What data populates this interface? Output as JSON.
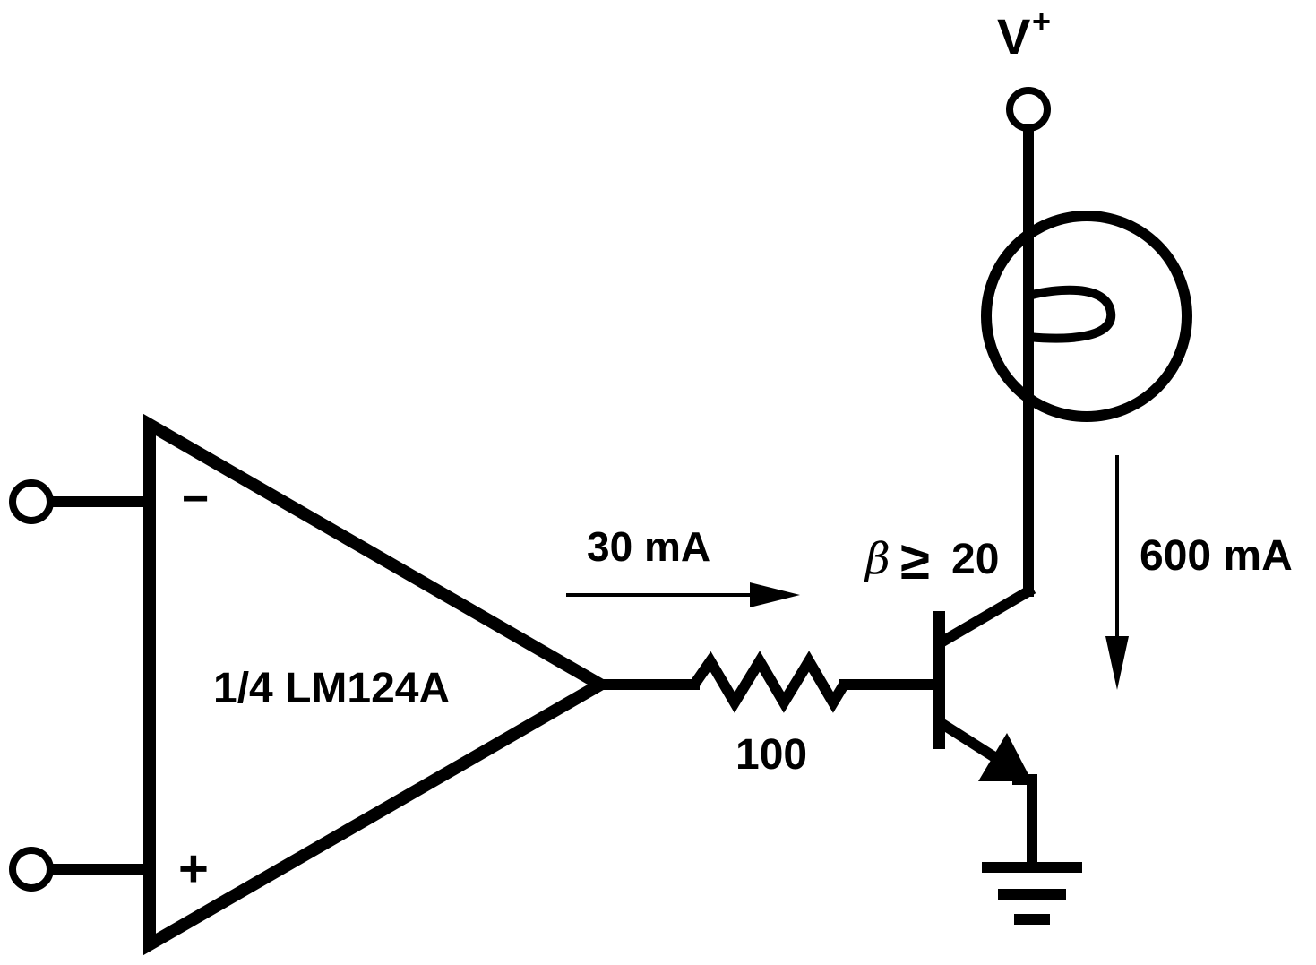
{
  "supply": {
    "label": "V",
    "superscript": "+"
  },
  "opamp": {
    "label": "1/4 LM124A",
    "inverting_sign": "−",
    "noninverting_sign": "+"
  },
  "resistor": {
    "label": "100"
  },
  "base_current": {
    "label": "30 mA"
  },
  "transistor": {
    "gain_symbol": "β",
    "gain_relation": "≥",
    "gain_value": "20"
  },
  "load_current": {
    "label": "600 mA"
  }
}
